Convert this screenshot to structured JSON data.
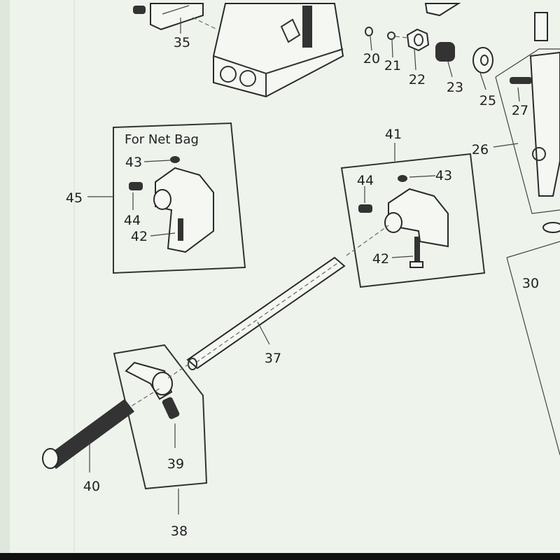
{
  "diagram": {
    "box_caption": "For Net Bag",
    "labels": {
      "p35": "35",
      "p20": "20",
      "p21": "21",
      "p22": "22",
      "p23": "23",
      "p25": "25",
      "p26": "26",
      "p27": "27",
      "p30": "30",
      "p37": "37",
      "p38": "38",
      "p39": "39",
      "p40": "40",
      "p41": "41",
      "p45": "45",
      "left_43": "43",
      "left_44": "44",
      "left_42": "42",
      "right_43": "43",
      "right_44": "44",
      "right_42": "42"
    }
  }
}
